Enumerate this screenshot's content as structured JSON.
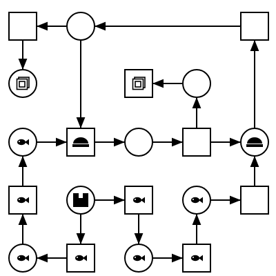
{
  "diagram": {
    "background": "#ffffff",
    "stroke_color": "#000000",
    "fill_color": "#000000",
    "nodes": [
      {
        "id": "n-top-left",
        "shape": "square",
        "icon": null
      },
      {
        "id": "n-top-mid",
        "shape": "circle",
        "icon": null
      },
      {
        "id": "n-top-right",
        "shape": "square",
        "icon": null
      },
      {
        "id": "n-r2-left",
        "shape": "circle",
        "icon": "stacked-squares-icon"
      },
      {
        "id": "n-r2-mid",
        "shape": "square",
        "icon": "stacked-squares-icon"
      },
      {
        "id": "n-r2-right",
        "shape": "circle",
        "icon": null
      },
      {
        "id": "n-r3-c1",
        "shape": "circle",
        "icon": "fish-icon"
      },
      {
        "id": "n-r3-c2",
        "shape": "square",
        "icon": "dome-icon"
      },
      {
        "id": "n-r3-c3",
        "shape": "circle",
        "icon": null
      },
      {
        "id": "n-r3-c4",
        "shape": "square",
        "icon": null
      },
      {
        "id": "n-r3-c5",
        "shape": "circle",
        "icon": "dome-icon"
      },
      {
        "id": "n-r4-c1",
        "shape": "square",
        "icon": "fish-icon"
      },
      {
        "id": "n-r4-c2",
        "shape": "circle",
        "icon": "notched-square-icon"
      },
      {
        "id": "n-r4-c3",
        "shape": "square",
        "icon": "fish-icon"
      },
      {
        "id": "n-r4-c4",
        "shape": "circle",
        "icon": "fish-icon"
      },
      {
        "id": "n-r4-c5",
        "shape": "square",
        "icon": null
      },
      {
        "id": "n-r5-c1",
        "shape": "circle",
        "icon": "fish-icon"
      },
      {
        "id": "n-r5-c2",
        "shape": "square",
        "icon": "fish-icon"
      },
      {
        "id": "n-r5-c3",
        "shape": "circle",
        "icon": "fish-icon"
      },
      {
        "id": "n-r5-c4",
        "shape": "square",
        "icon": "fish-icon"
      }
    ],
    "edges": [
      {
        "from": "n-top-mid",
        "to": "n-top-left"
      },
      {
        "from": "n-top-right",
        "to": "n-top-mid"
      },
      {
        "from": "n-top-left",
        "to": "n-r2-left"
      },
      {
        "from": "n-top-mid",
        "to": "n-r3-c2"
      },
      {
        "from": "n-r2-right",
        "to": "n-r2-mid"
      },
      {
        "from": "n-r3-c4",
        "to": "n-r2-right"
      },
      {
        "from": "n-r3-c5",
        "to": "n-top-right"
      },
      {
        "from": "n-r3-c1",
        "to": "n-r3-c2"
      },
      {
        "from": "n-r3-c2",
        "to": "n-r3-c3"
      },
      {
        "from": "n-r3-c3",
        "to": "n-r3-c4"
      },
      {
        "from": "n-r3-c4",
        "to": "n-r3-c5"
      },
      {
        "from": "n-r4-c1",
        "to": "n-r3-c1"
      },
      {
        "from": "n-r4-c5",
        "to": "n-r3-c5"
      },
      {
        "from": "n-r4-c2",
        "to": "n-r4-c3"
      },
      {
        "from": "n-r4-c4",
        "to": "n-r4-c5"
      },
      {
        "from": "n-r5-c1",
        "to": "n-r4-c1"
      },
      {
        "from": "n-r5-c2",
        "to": "n-r5-c1"
      },
      {
        "from": "n-r4-c2",
        "to": "n-r5-c2"
      },
      {
        "from": "n-r4-c3",
        "to": "n-r5-c3"
      },
      {
        "from": "n-r5-c3",
        "to": "n-r5-c4"
      },
      {
        "from": "n-r5-c4",
        "to": "n-r4-c4"
      }
    ]
  }
}
